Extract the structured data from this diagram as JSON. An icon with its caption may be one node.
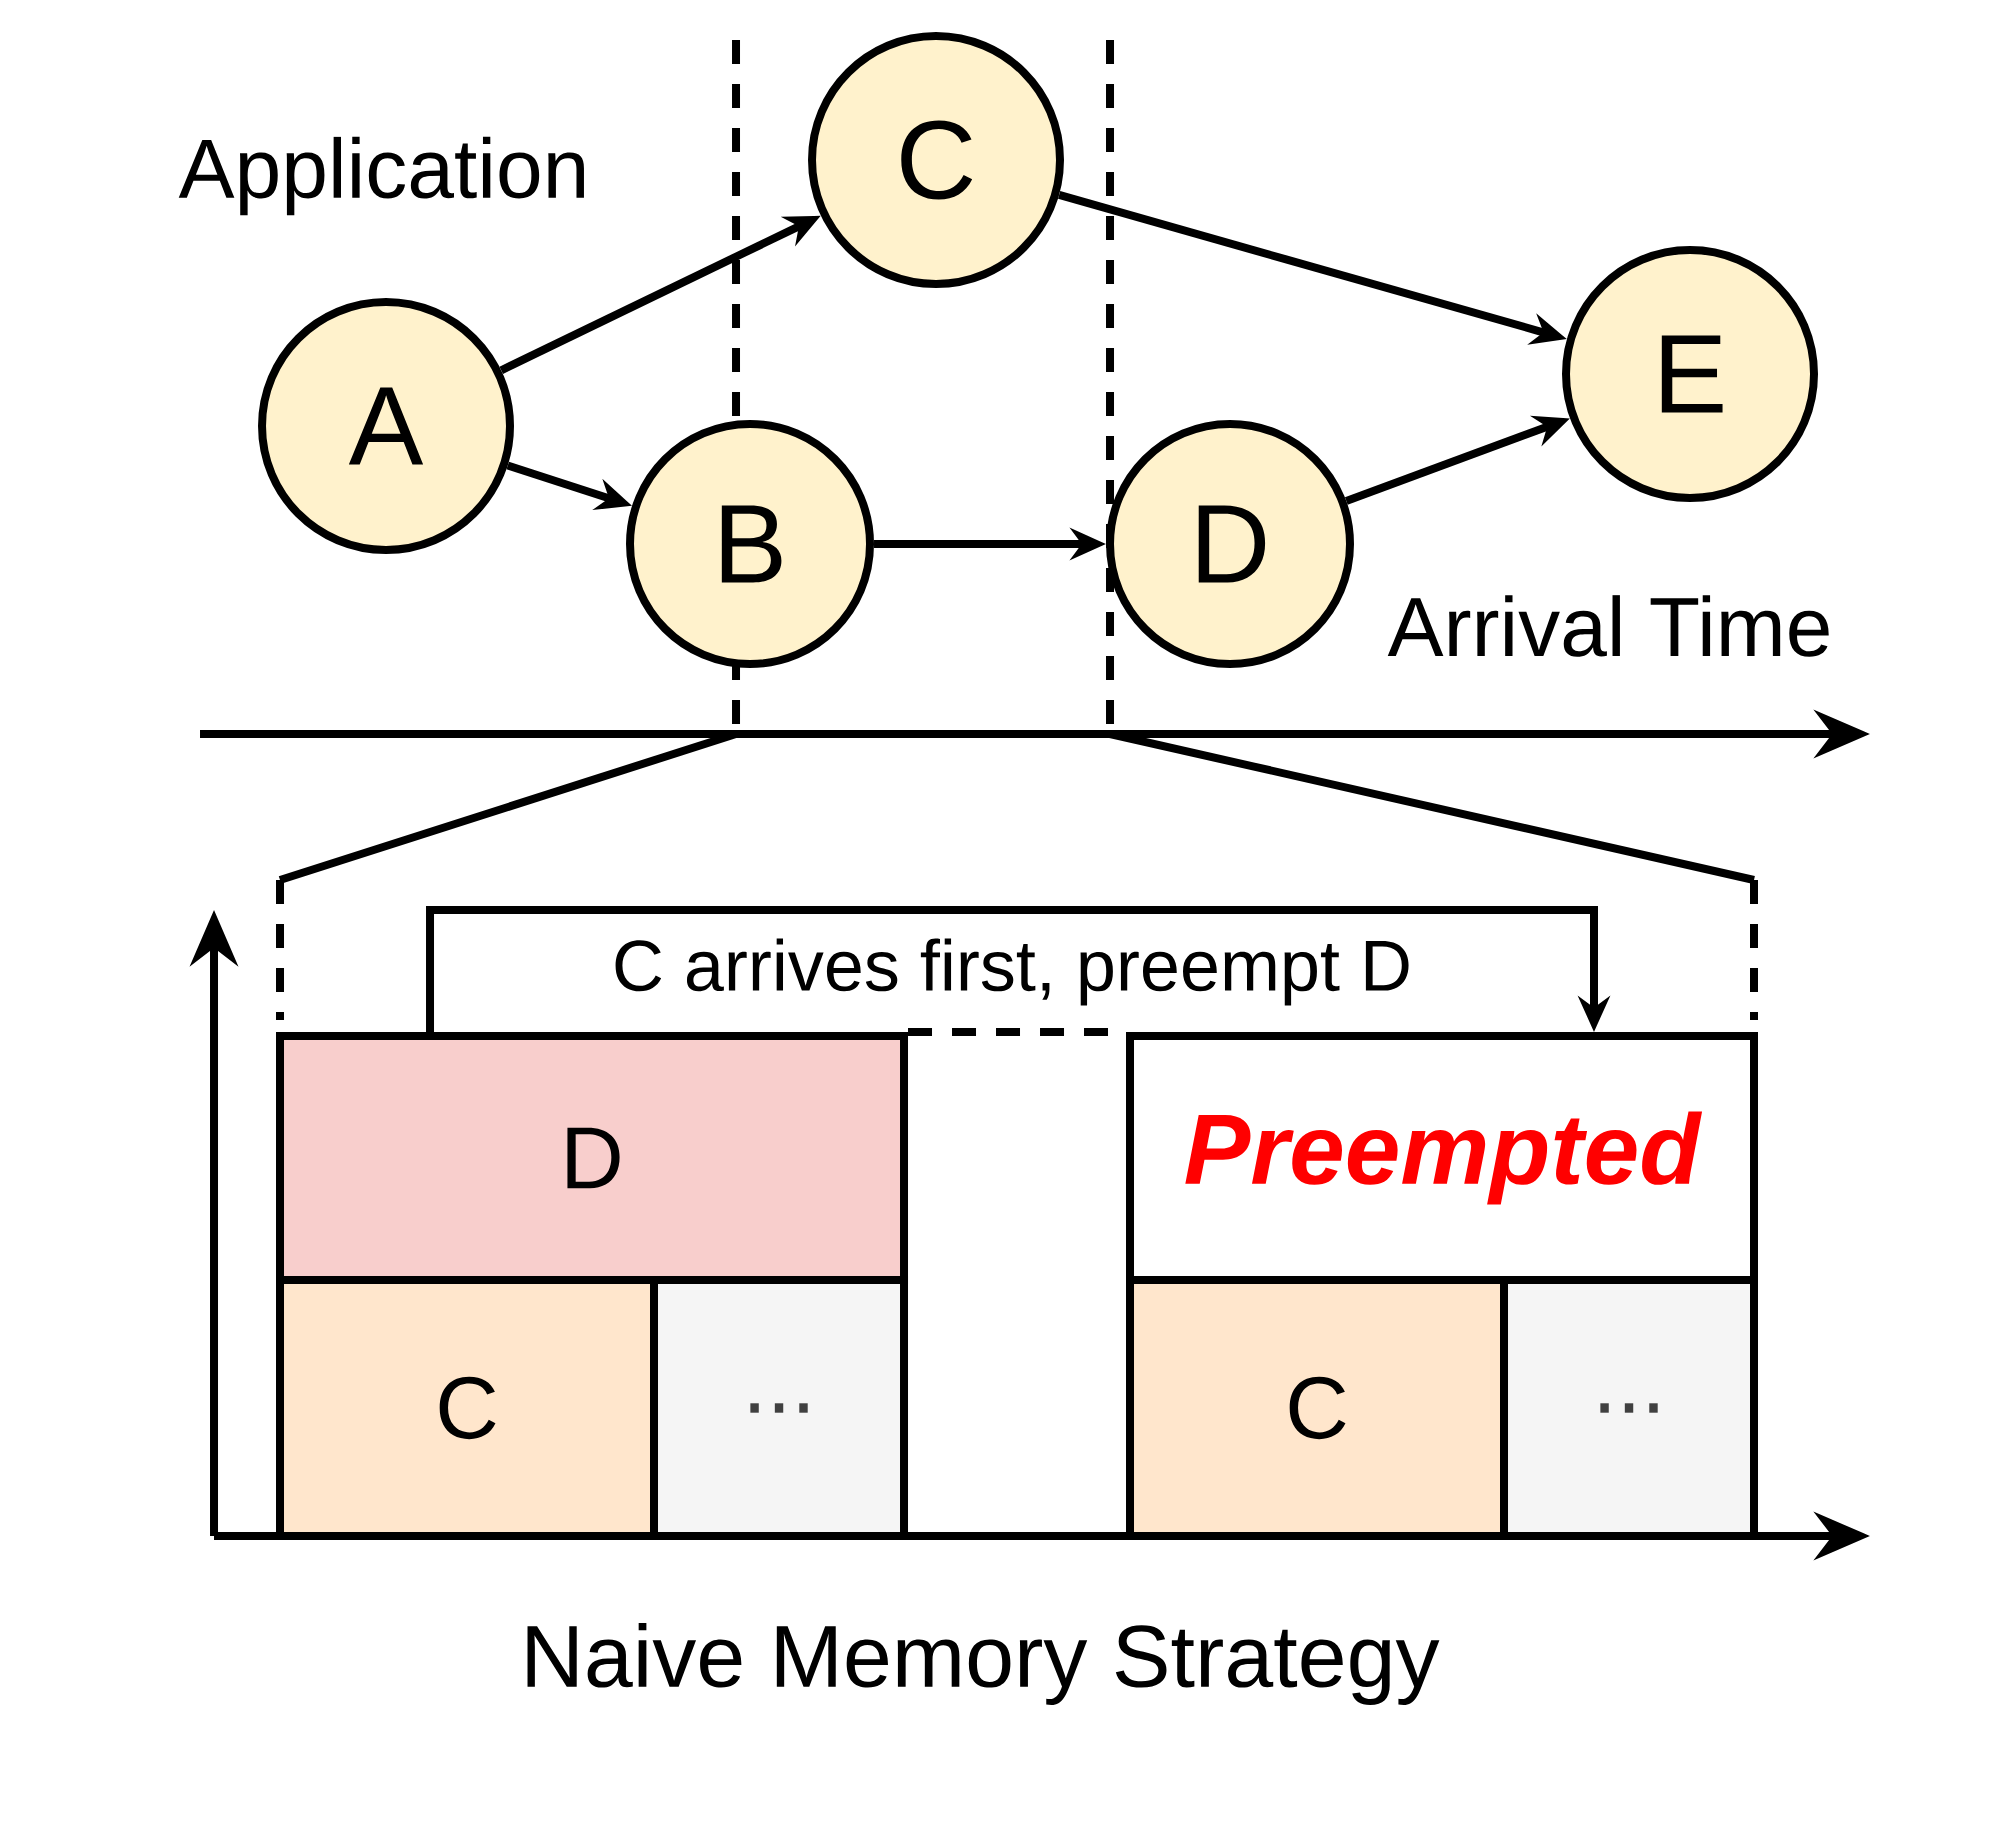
{
  "diagram": {
    "caption": "Naive Memory Strategy",
    "nodes": [
      {
        "text": [
          "A"
        ]
      },
      {
        "text": [
          "B"
        ]
      },
      {
        "text": [
          "C"
        ]
      },
      {
        "text": [
          "D"
        ]
      },
      {
        "text": [
          "E"
        ]
      },
      {
        "text": [
          "D"
        ]
      },
      {
        "text": [
          "C"
        ]
      },
      {
        "text": [
          "..."
        ]
      },
      {
        "text": [
          "Preempted"
        ]
      },
      {
        "text": [
          "C"
        ]
      },
      {
        "text": [
          "..."
        ]
      }
    ],
    "edges": [
      {
        "from": 0,
        "to": 2,
        "arrow": "to"
      },
      {
        "from": 0,
        "to": 1,
        "arrow": "to"
      },
      {
        "from": 1,
        "to": 3,
        "arrow": "to"
      },
      {
        "from": 2,
        "to": 4,
        "arrow": "to"
      },
      {
        "from": 3,
        "to": 4,
        "arrow": "to"
      },
      {
        "from": 5,
        "to": 8,
        "arrow": "to",
        "label": "C arrives first, preempt D"
      },
      {
        "from": 5,
        "to": 8,
        "arrow": "none",
        "style": "dashed"
      }
    ],
    "labels": [
      "Application",
      "Arrival Time"
    ]
  }
}
